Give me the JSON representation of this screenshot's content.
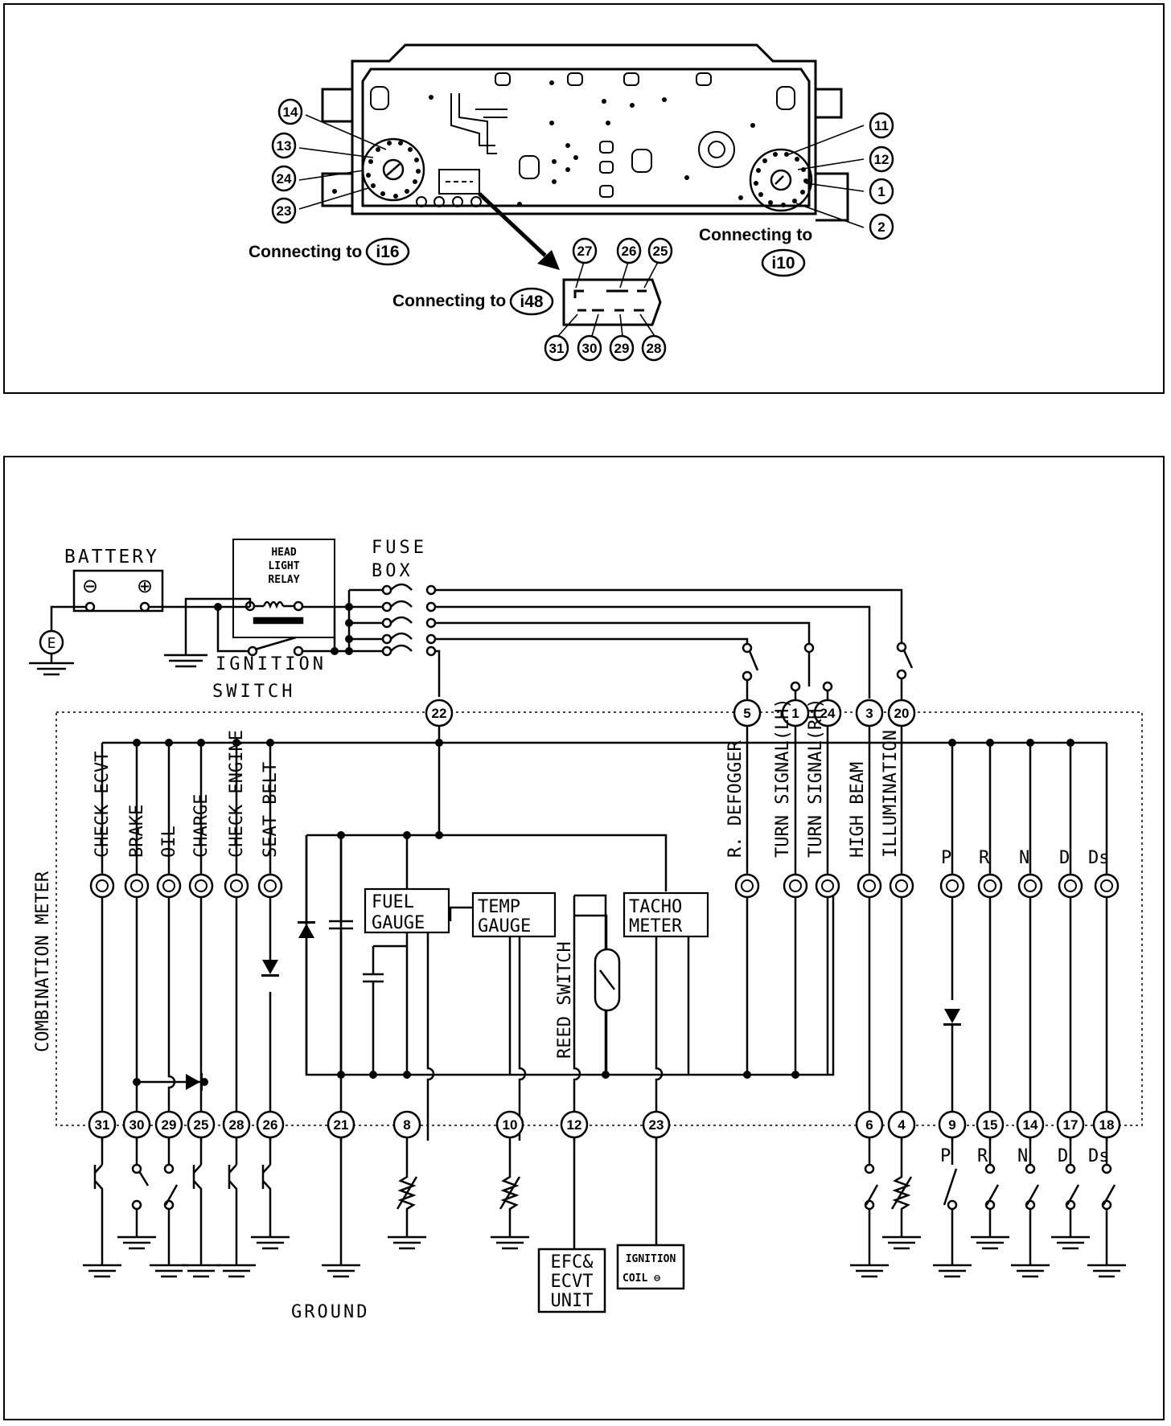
{
  "top": {
    "connector_i16": {
      "label": "Connecting to",
      "id": "i16",
      "pins": [
        "14",
        "13",
        "24",
        "23"
      ]
    },
    "connector_i10": {
      "label": "Connecting to",
      "id": "i10",
      "pins": [
        "11",
        "12",
        "1",
        "2"
      ]
    },
    "connector_i48": {
      "label": "Connecting to",
      "id": "i48",
      "pins_top": [
        "27",
        "26",
        "25"
      ],
      "pins_bottom": [
        "31",
        "30",
        "29",
        "28"
      ]
    }
  },
  "supply": {
    "battery": "BATTERY",
    "minus": "⊖",
    "plus": "⊕",
    "earth": "E",
    "relay": [
      "HEAD",
      "LIGHT",
      "RELAY"
    ],
    "fuse": [
      "FUSE",
      "BOX"
    ],
    "ignition": [
      "IGNITION",
      "SWITCH"
    ]
  },
  "meter_label": "COMBINATION METER",
  "left_lamps": [
    "CHECK ECVT",
    "BRAKE",
    "OIL",
    "CHARGE",
    "CHECK ENGINE",
    "SEAT BELT"
  ],
  "right_lamps": [
    "R. DEFOGGER",
    "TURN SIGNAL(LH)",
    "TURN SIGNAL(RH)",
    "HIGH BEAM",
    "ILLUMINATION"
  ],
  "gear_lamps": [
    "P",
    "R",
    "N",
    "D",
    "Ds"
  ],
  "gauges": {
    "fuel": [
      "FUEL",
      "GAUGE"
    ],
    "temp": [
      "TEMP",
      "GAUGE"
    ],
    "tacho": [
      "TACHO",
      "METER"
    ],
    "reed": "REED SWITCH"
  },
  "top_pins": [
    "22",
    "5",
    "1",
    "24",
    "3",
    "20"
  ],
  "bottom_pins": [
    "31",
    "30",
    "29",
    "25",
    "28",
    "26",
    "21",
    "8",
    "10",
    "12",
    "23",
    "6",
    "4",
    "9",
    "15",
    "14",
    "17",
    "18"
  ],
  "bottom_switch_labels": [
    "P",
    "R",
    "N",
    "D",
    "Ds"
  ],
  "ground": "GROUND",
  "efc": [
    "EFC&",
    "ECVT",
    "UNIT"
  ],
  "ign_coil": [
    "IGNITION",
    "COIL ⊖"
  ]
}
